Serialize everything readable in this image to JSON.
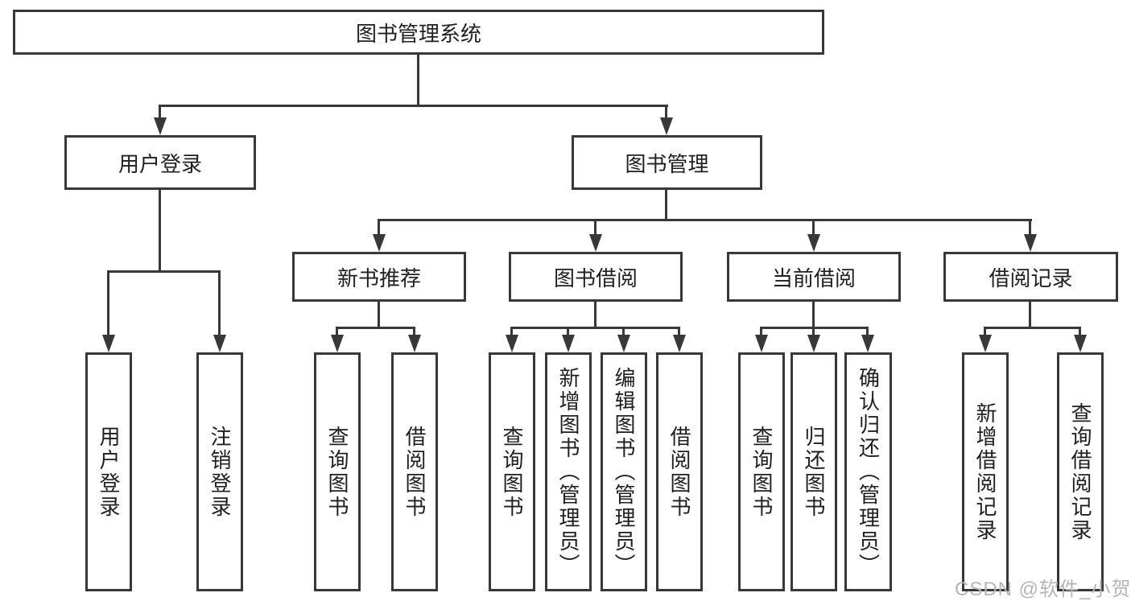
{
  "diagram": {
    "title": "图书管理系统",
    "branches": [
      {
        "label": "用户登录",
        "children": [
          "用户登录",
          "注销登录"
        ]
      },
      {
        "label": "图书管理",
        "sections": [
          {
            "label": "新书推荐",
            "children": [
              "查询图书",
              "借阅图书"
            ]
          },
          {
            "label": "图书借阅",
            "children": [
              "查询图书",
              "新增图书（管理员）",
              "编辑图书（管理员）",
              "借阅图书"
            ]
          },
          {
            "label": "当前借阅",
            "children": [
              "查询图书",
              "归还图书",
              "确认归还（管理员）"
            ]
          },
          {
            "label": "借阅记录",
            "children": [
              "新增借阅记录",
              "查询借阅记录"
            ]
          }
        ]
      }
    ],
    "watermark": "CSDN @软件_小贺同学",
    "colors": {
      "line": "#383838",
      "text": "#1f1f1f",
      "background": "#ffffff",
      "watermark": "#b5b5b5"
    }
  }
}
